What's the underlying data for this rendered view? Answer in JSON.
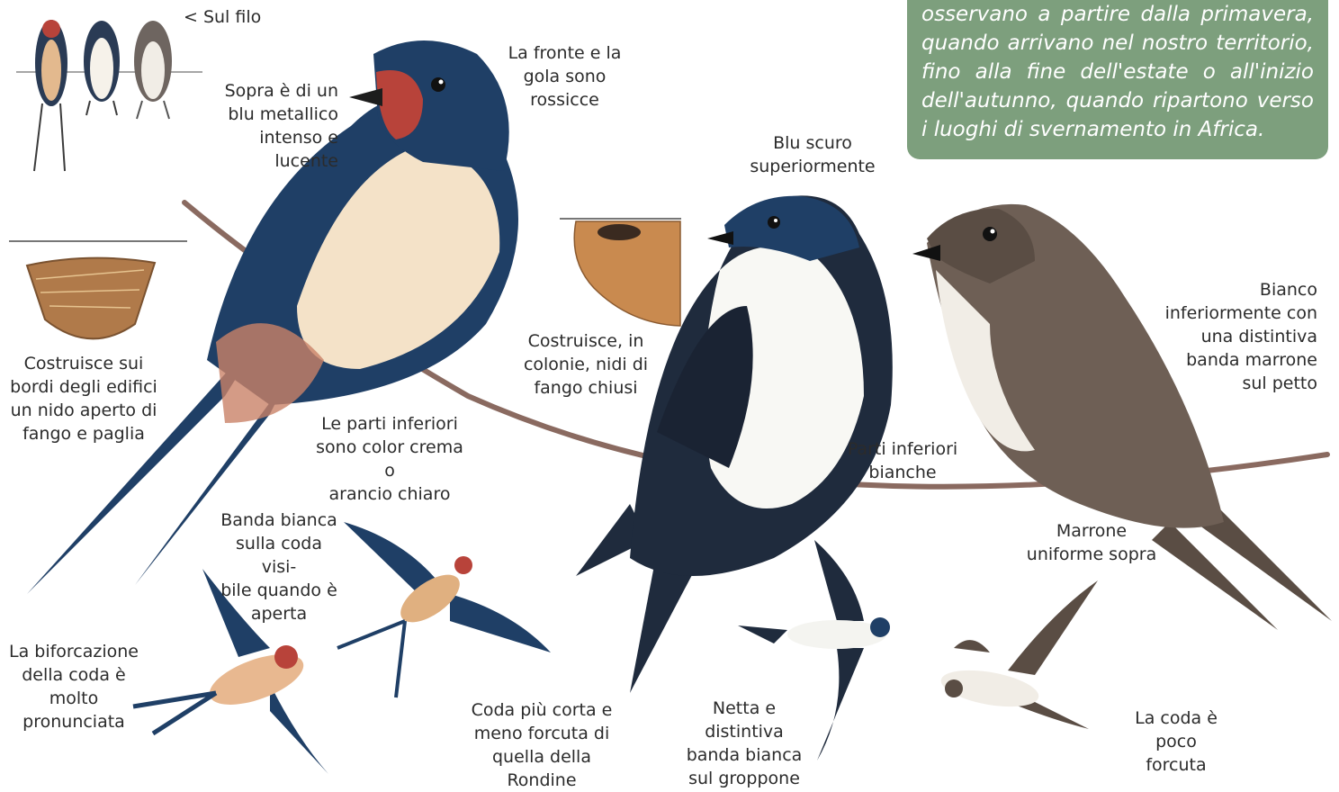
{
  "info_box": {
    "text": "osservano a partire dalla primavera, quando arrivano nel nostro territorio, fino alla fine dell'estate o all'inizio dell'autunno, quando ripartono verso i luoghi di svernamento in Africa."
  },
  "labels": {
    "sul_filo": "< Sul filo",
    "sopra_blu": "Sopra è di un\nblu metallico\nintenso e\nlucente",
    "fronte_gola": "La fronte e la\ngola sono\nrossicce",
    "blu_scuro": "Blu scuro\nsuperiormente",
    "bianco_inferiormente": "Bianco\ninferiormente con\nuna distintiva\nbanda marrone\nsul petto",
    "costruisce_bordi": "Costruisce sui\nbordi degli edifici\nun nido aperto di\nfango e paglia",
    "costruisce_colonie": "Costruisce, in\ncolonie, nidi di\nfango chiusi",
    "parti_inferiori_crema": "Le parti inferiori\nsono color crema o\narancio chiaro",
    "parti_inferiori_bianche": "Parti inferiori\nbianche",
    "marrone_uniforme": "Marrone\nuniforme sopra",
    "banda_bianca_coda": "Banda bianca\nsulla coda visi-\nbile quando è\naperta",
    "biforcazione_coda": "La biforcazione\ndella coda è\nmolto\npronunciata",
    "coda_piu_corta": "Coda più corta e\nmeno forcuta di\nquella della\nRondine",
    "netta_banda": "Netta e\ndistintiva\nbanda bianca\nsul groppone",
    "coda_poco_forcuta": "La coda è\npoco\nforcuta"
  },
  "colors": {
    "info_box_bg": "#7d9f7d",
    "swallow_blue": "#1f3f66",
    "throat_red": "#b8433a",
    "crema": "#f4e2c8",
    "sand_martin_brown": "#6e5f55",
    "wire": "#8a6a60",
    "mud_nest": "#c98a4f"
  },
  "illustrations": [
    "barn-swallow-perched",
    "house-martin-perched",
    "sand-martin-perched",
    "swallows-on-wire-thumbnail",
    "open-mud-nest",
    "closed-mud-nest",
    "barn-swallow-flying",
    "barn-swallow-flying-topview",
    "house-martin-flying",
    "sand-martin-flying"
  ]
}
